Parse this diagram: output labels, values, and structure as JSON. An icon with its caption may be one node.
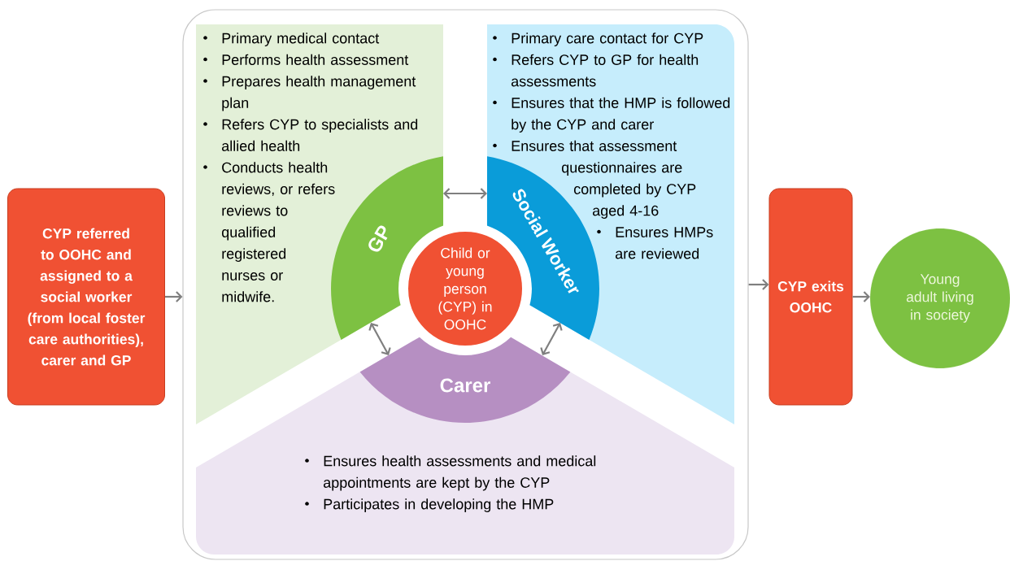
{
  "diagram": {
    "nodes": [
      {
        "text": [
          "CYP referred to OOHC and assigned to a social worker (from local foster care authorities), carer and GP"
        ]
      },
      {
        "text": [],
        "shape": "box"
      },
      {
        "text": [
          "Primary medical contact",
          "Performs health assessment",
          "Prepares health management plan",
          "Refers CYP to specialists and allied health",
          "Conducts health reviews, or refers reviews to qualified registered nurses or midwife."
        ],
        "in": 1
      },
      {
        "text": [
          "Primary care contact for CYP",
          "Refers CYP to GP for health assessments",
          "Ensures that the HMP is followed by the CYP and carer",
          "Ensures that  assessment questionnaires are completed by CYP aged 4-16",
          "Ensures HMPs are reviewed"
        ],
        "in": 1
      },
      {
        "text": [
          "GP"
        ],
        "in": 2
      },
      {
        "text": [
          "Social Worker"
        ],
        "in": 3
      },
      {
        "text": [
          "Child or young person (CYP) in OOHC"
        ],
        "in": 1
      },
      {
        "text": [
          "Carer"
        ],
        "in": 8
      },
      {
        "text": [
          "Ensures health assessments and medical appointments are kept by the CYP",
          "Participates in developing the HMP"
        ],
        "in": 1
      },
      {
        "text": [
          "CYP exits OOHC"
        ]
      },
      {
        "text": [
          "Young adult living in society"
        ]
      }
    ],
    "edges": [
      {
        "from": 0,
        "to": 1,
        "arrow": "to"
      },
      {
        "from": 4,
        "to": 5,
        "arrow": "both"
      },
      {
        "from": 4,
        "to": 7,
        "arrow": "both"
      },
      {
        "from": 5,
        "to": 7,
        "arrow": "both"
      },
      {
        "from": 1,
        "to": 9,
        "arrow": "to"
      },
      {
        "from": 9,
        "to": 10,
        "arrow": "to"
      }
    ]
  }
}
